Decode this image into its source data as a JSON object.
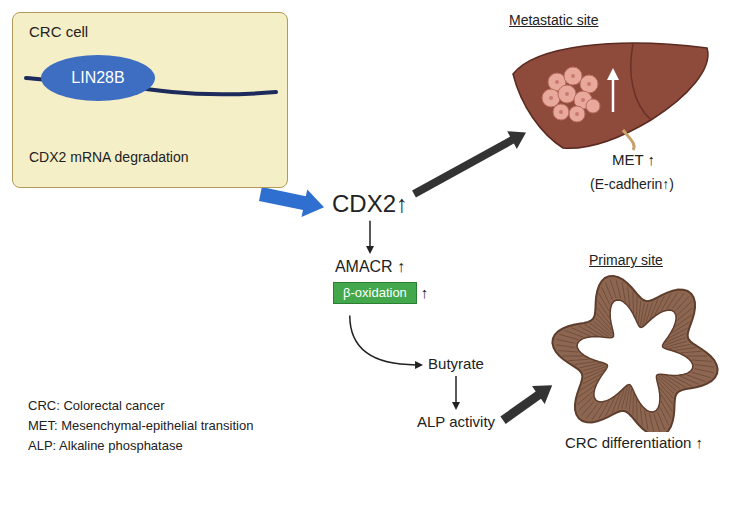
{
  "diagram": {
    "nodes": [
      {
        "text": [
          "CRC cell"
        ]
      },
      {
        "text": [
          "LIN28B"
        ],
        "in": 0
      },
      {
        "text": [
          "CDX2 mRNA degradation"
        ],
        "in": 0
      },
      {
        "text": [
          "CDX2↑"
        ]
      },
      {
        "text": [
          "AMACR ↑"
        ]
      },
      {
        "text": [
          "β-oxidation",
          "↑"
        ]
      },
      {
        "text": [
          "Butyrate"
        ]
      },
      {
        "text": [
          "ALP activity"
        ]
      },
      {
        "text": [
          "Metastatic site"
        ]
      },
      {
        "text": [
          "Primary site"
        ]
      }
    ],
    "edges": [
      {
        "from": 0,
        "to": 3,
        "arrow": "to"
      },
      {
        "from": 3,
        "to": 8,
        "arrow": "to"
      },
      {
        "from": 3,
        "to": 4,
        "arrow": "to"
      },
      {
        "from": 5,
        "to": 6,
        "arrow": "to"
      },
      {
        "from": 6,
        "to": 7,
        "arrow": "to"
      },
      {
        "from": 7,
        "to": 9,
        "arrow": "to"
      },
      {
        "from": 1,
        "to": 2,
        "arrow": "to"
      }
    ],
    "labels": [
      "MET ↑",
      "(E-cadherin↑)",
      "CRC differentiation  ↑",
      "CRC: Colorectal cancer",
      "MET: Mesenchymal-epithelial transition",
      "ALP: Alkaline phosphatase"
    ]
  }
}
